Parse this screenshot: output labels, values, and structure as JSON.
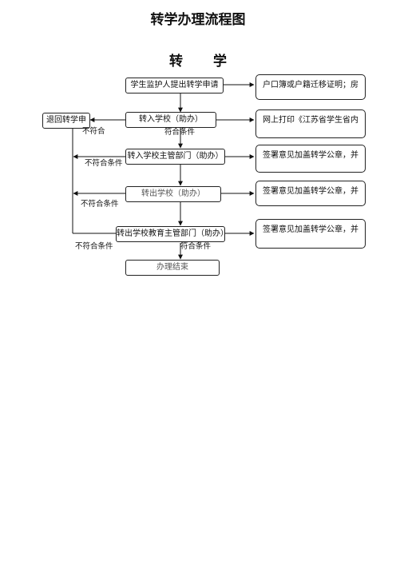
{
  "title": "转学办理流程图",
  "subtitle": "转  学",
  "process_steps": [
    "学生监护人提出转学申请",
    "转入学校（助办）",
    "转入学校主管部门（助办）",
    "转出学校（助办）",
    "转出学校教育主管部门（助办）",
    "办理结束"
  ],
  "materials": [
    "户口簿或户籍迁移证明；房",
    "网上打印《江苏省学生省内",
    "签署意见加盖转学公章，并",
    "签署意见加盖转学公章，并",
    "签署意见加盖转学公章，并"
  ],
  "reject_box": "退回转学申",
  "labels": {
    "reject_short": "不符合",
    "reject": "不符合条件",
    "accept": "符合条件"
  }
}
